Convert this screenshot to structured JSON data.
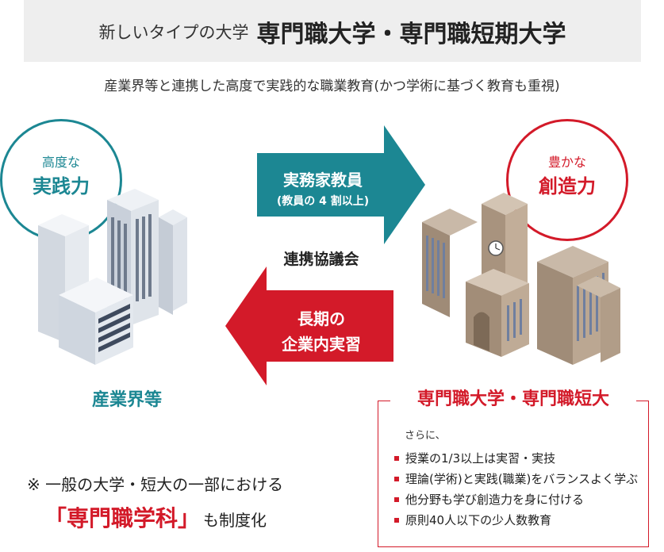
{
  "banner": {
    "prefix": "新しいタイプの大学",
    "title": "専門職大学・専門職短期大学"
  },
  "subtitle": "産業界等と連携した高度で実践的な職業教育(かつ学術に基づく教育も重視)",
  "left_circle": {
    "small": "高度な",
    "big": "実践力"
  },
  "right_circle": {
    "small": "豊かな",
    "big": "創造力"
  },
  "arrow_to_right": {
    "main": "実務家教員",
    "sub": "(教員の 4 割以上)"
  },
  "council": "連携協議会",
  "arrow_to_left": {
    "line1": "長期の",
    "line2": "企業内実習"
  },
  "industry_label": "産業界等",
  "university": {
    "title": "専門職大学・専門職短大",
    "moreover": "さらに、",
    "features": [
      "授業の1/3以上は実習・実技",
      "理論(学術)と実践(職業)をバランスよく学ぶ",
      "他分野も学び創造力を身に付ける",
      "原則40人以下の少人数教育"
    ]
  },
  "note": {
    "line1": "※ 一般の大学・短大の一部における",
    "highlight": "「専門職学科」",
    "rest": "も制度化"
  },
  "colors": {
    "teal": "#1c8793",
    "red": "#d31a29",
    "banner_bg": "#eeeeee"
  }
}
